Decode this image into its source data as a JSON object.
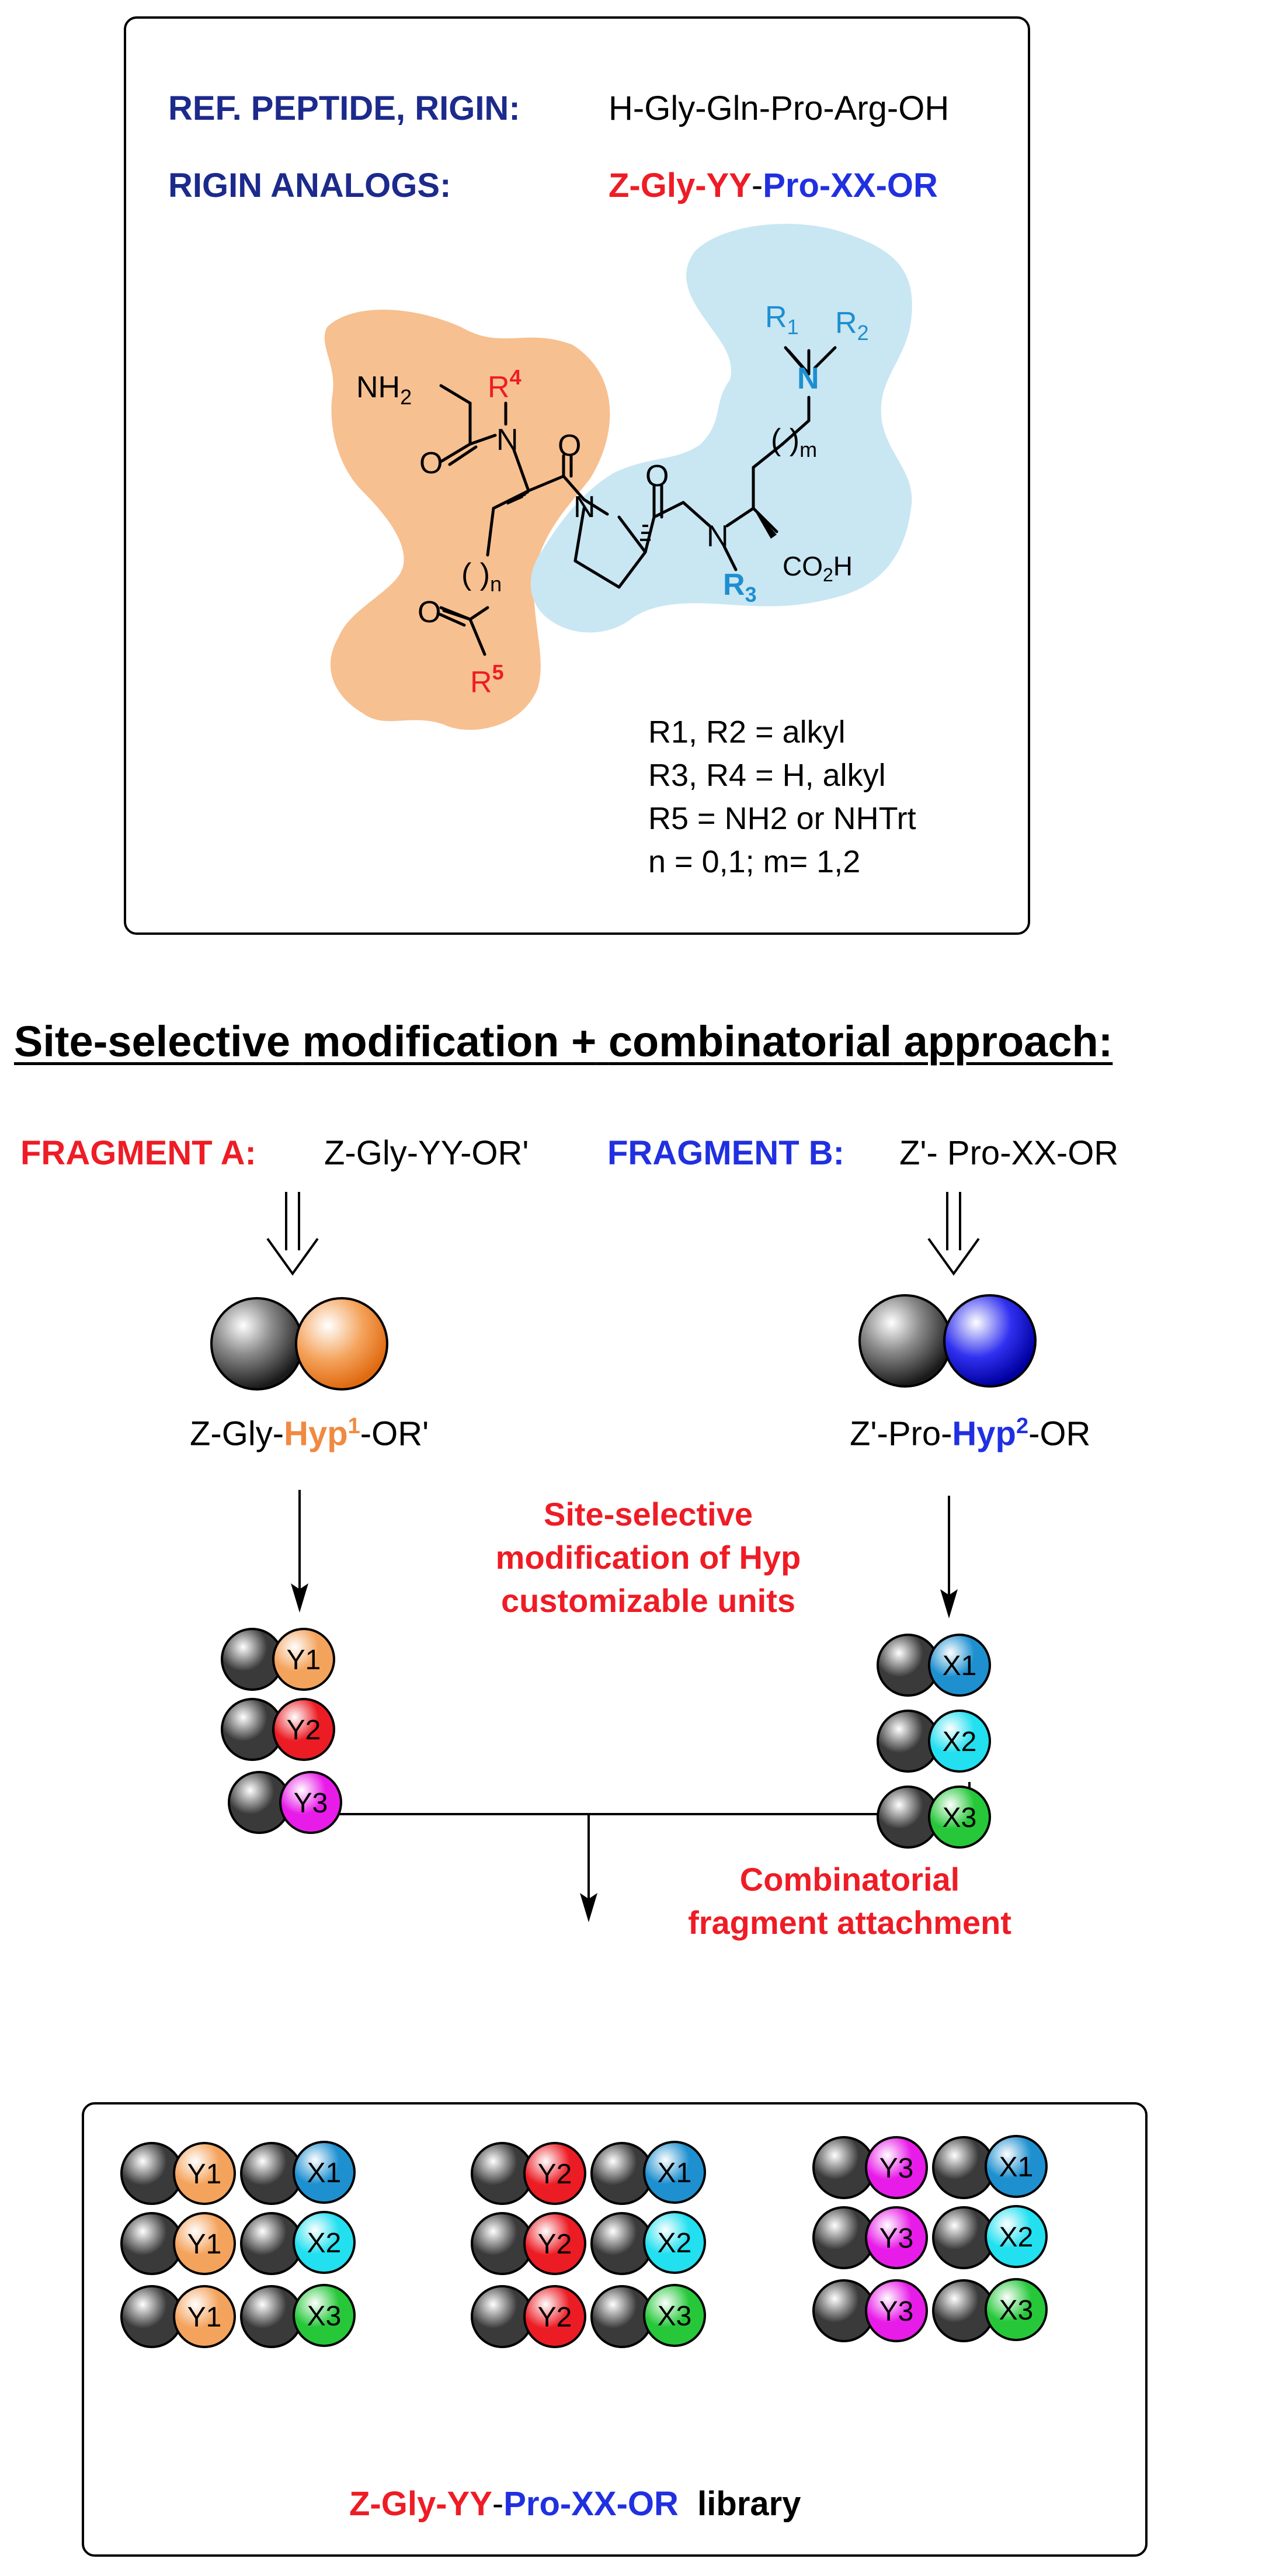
{
  "top_box": {
    "ref_label": "REF. PEPTIDE, RIGIN:",
    "ref_sequence": "H-Gly-Gln-Pro-Arg-OH",
    "analogs_label": "RIGIN ANALOGS:",
    "analogs_part1": "Z-Gly-YY",
    "analogs_dash": "-",
    "analogs_part2": "Pro-XX-OR",
    "structure": {
      "nh2": "NH",
      "nh2_sub": "2",
      "n_left": "N",
      "r4": "R",
      "r4_sup": "4",
      "o1": "O",
      "o2": "O",
      "o3": "O",
      "o4": "O",
      "n_pro": "N",
      "n_right": "N",
      "r3": "R",
      "r3_sub": "3",
      "co2h_a": "CO",
      "co2h_sub": "2",
      "co2h_b": "H",
      "r5": "R",
      "r5_sup": "5",
      "n_sub": "n",
      "m_sub": "m",
      "r1": "R",
      "r1_sub": "1",
      "r2": "R",
      "r2_sub": "2",
      "n_top": "N"
    },
    "legend": {
      "line1": "R1, R2 = alkyl",
      "line2": "R3, R4 = H, alkyl",
      "line3": "R5 = NH2 or NHTrt",
      "line4": "n = 0,1; m= 1,2"
    }
  },
  "heading": {
    "part1": "Site-selective",
    "part2": "modification",
    "plus": "+",
    "part3": "combinatorial",
    "part4": "approach:"
  },
  "fragment_a": {
    "label": "FRAGMENT A:",
    "formula": "Z-Gly-YY-OR'",
    "hyp_prefix": "Z-Gly-",
    "hyp": "Hyp",
    "hyp_sup": "1",
    "hyp_suffix": "-OR'",
    "beads": [
      "Y1",
      "Y2",
      "Y3"
    ]
  },
  "fragment_b": {
    "label": "FRAGMENT B:",
    "formula": "Z'- Pro-XX-OR",
    "hyp_prefix": "Z'-Pro-",
    "hyp": "Hyp",
    "hyp_sup": "2",
    "hyp_suffix": "-OR",
    "beads": [
      "X1",
      "X2",
      "X3"
    ]
  },
  "middle_note": {
    "line1": "Site-selective",
    "line2": "modification of Hyp",
    "line3": "customizable units"
  },
  "combine_note": {
    "line1": "Combinatorial",
    "line2": "fragment attachment"
  },
  "library": {
    "combos": [
      [
        "Y1",
        "X1"
      ],
      [
        "Y1",
        "X2"
      ],
      [
        "Y1",
        "X3"
      ],
      [
        "Y2",
        "X1"
      ],
      [
        "Y2",
        "X2"
      ],
      [
        "Y2",
        "X3"
      ],
      [
        "Y3",
        "X1"
      ],
      [
        "Y3",
        "X2"
      ],
      [
        "Y3",
        "X3"
      ]
    ],
    "caption_part1": "Z-Gly-YY",
    "caption_dash": "-",
    "caption_part2": "Pro-XX-OR",
    "caption_word": "library"
  },
  "colors": {
    "Y1": "#f4a35c",
    "Y2": "#ec1c24",
    "Y3": "#e81ce8",
    "X1": "#1e90d0",
    "X2": "#22e0f0",
    "X3": "#26c83a",
    "hyp1": "#f4a35c",
    "hyp2": "#2828f0",
    "orange_blob": "#f7c090",
    "blue_blob": "#c9e6f3"
  }
}
